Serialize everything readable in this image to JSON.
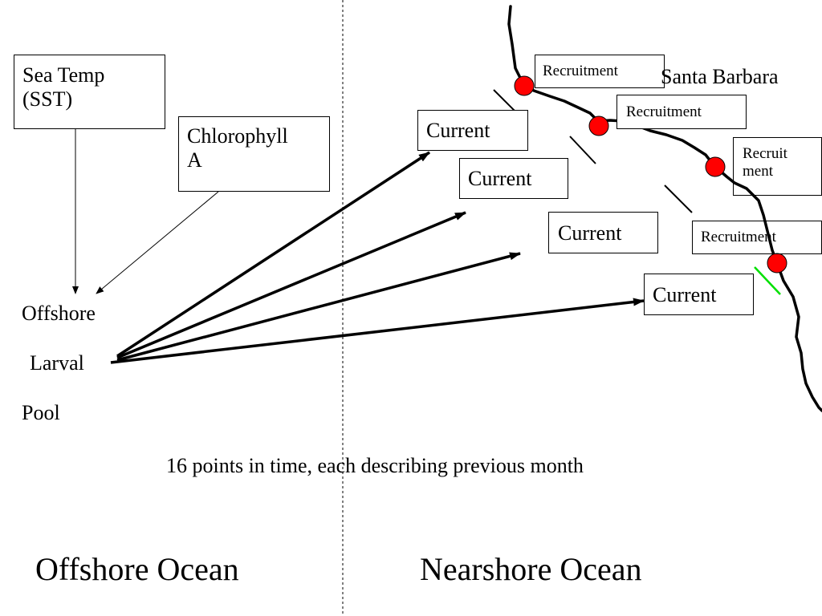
{
  "variables": {
    "sst_line1": "Sea Temp",
    "sst_line2": "(SST)",
    "chl_line1": "Chlorophyll",
    "chl_line2": "A"
  },
  "larval_pool": {
    "line1": "Offshore",
    "line2": "Larval",
    "line3": "Pool"
  },
  "currents": [
    "Current",
    "Current",
    "Current",
    "Current"
  ],
  "recruitment": {
    "site1": "Recruitment",
    "site2": "Recruitment",
    "site3_line1": "Recruit",
    "site3_line2": "ment",
    "site4": "Recruitment"
  },
  "location": "Santa Barbara",
  "caption": "16 points in time, each describing previous month",
  "regions": {
    "left": "Offshore Ocean",
    "right": "Nearshore Ocean"
  },
  "colors": {
    "site_marker": "#ff0000",
    "highlight_tick": "#00e000",
    "line": "#000000"
  }
}
